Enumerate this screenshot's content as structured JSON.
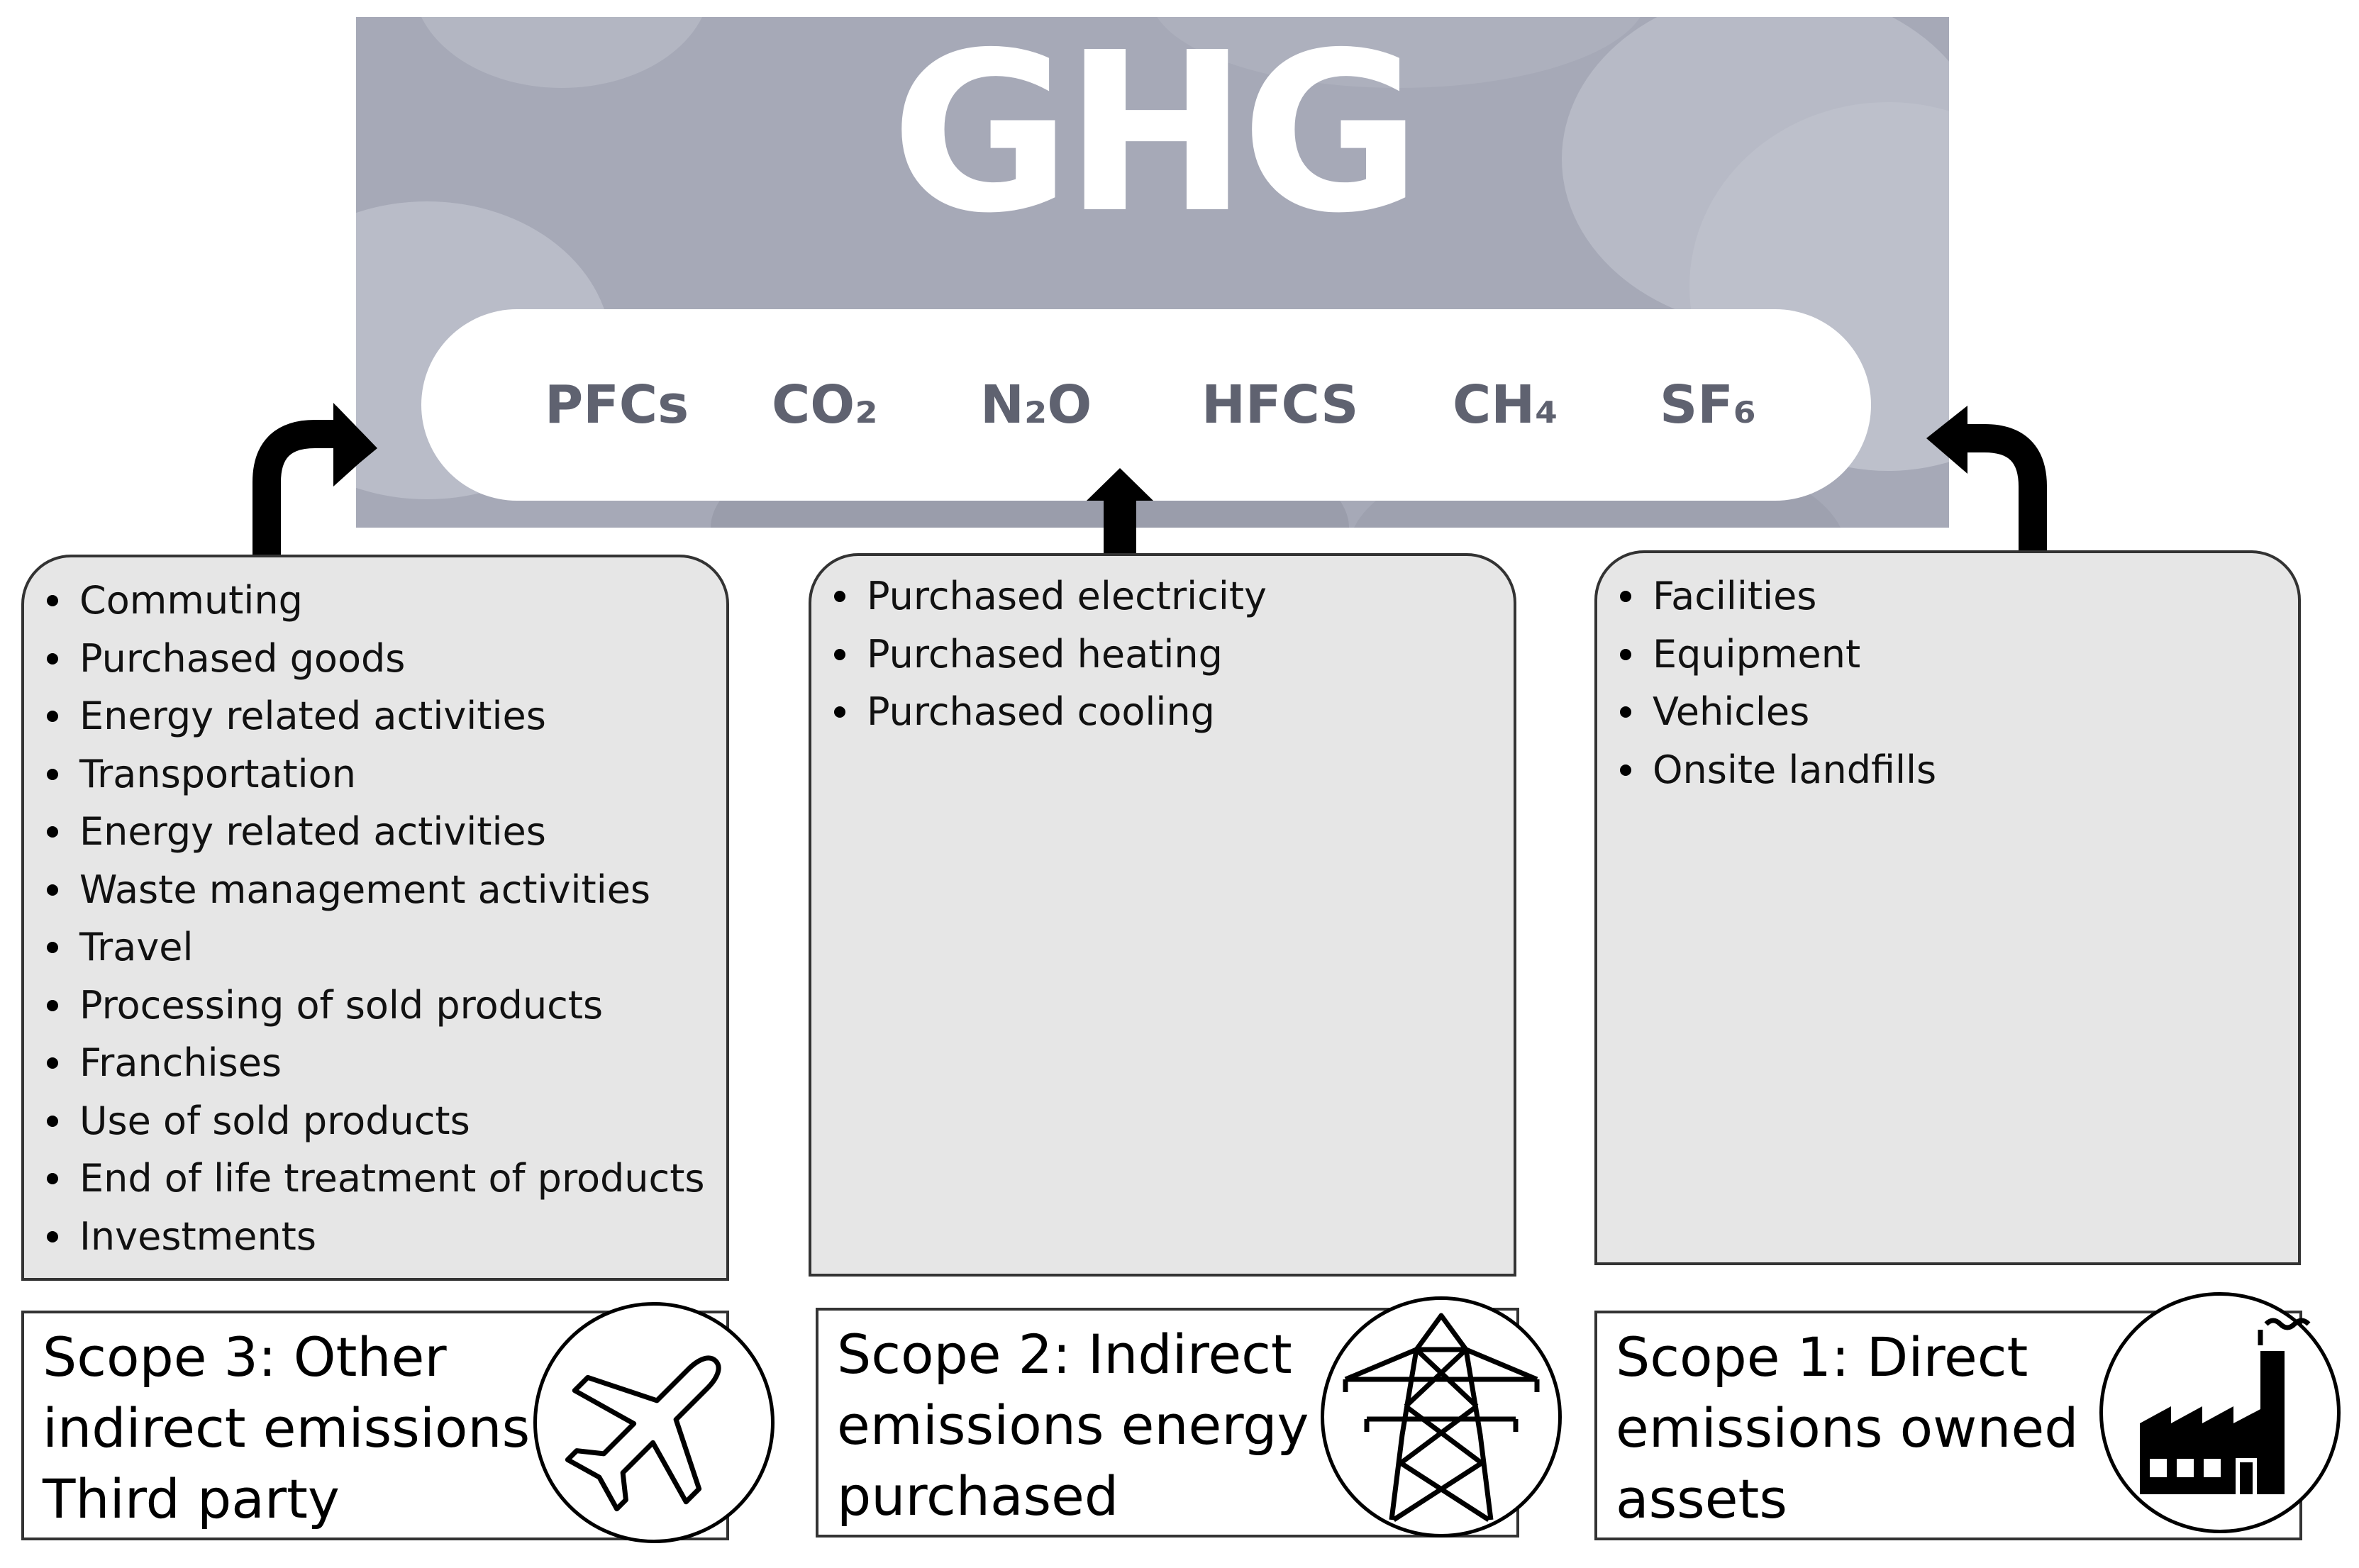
{
  "banner": {
    "title": "GHG",
    "gases": [
      "PFCs",
      "CO₂",
      "N₂O",
      "HFCS",
      "CH₄",
      "SF₆"
    ]
  },
  "scope3": {
    "items": [
      "Commuting",
      "Purchased goods",
      "Energy related activities",
      "Transportation",
      "Energy related activities",
      "Waste management activities",
      "Travel",
      "Processing of sold products",
      "Franchises",
      "Use of sold products",
      "End of life treatment of products",
      "Investments"
    ],
    "title_lines": [
      "Scope 3: Other",
      "indirect emissions",
      "Third party"
    ],
    "icon": "airplane-icon"
  },
  "scope2": {
    "items": [
      "Purchased electricity",
      "Purchased heating",
      "Purchased cooling"
    ],
    "title_lines": [
      "Scope 2: Indirect",
      "emissions energy",
      "purchased"
    ],
    "icon": "power-tower-icon"
  },
  "scope1": {
    "items": [
      "Facilities",
      "Equipment",
      "Vehicles",
      "Onsite landfills"
    ],
    "title_lines": [
      "Scope 1: Direct",
      "emissions owned",
      "assets"
    ],
    "icon": "factory-icon"
  },
  "colors": {
    "banner_bg": "#a6a9b7",
    "cloud_light": "#babdc9",
    "cloud_dark": "#9598a7",
    "gas_text": "#5f6270",
    "box_fill": "#e6e6e6"
  }
}
